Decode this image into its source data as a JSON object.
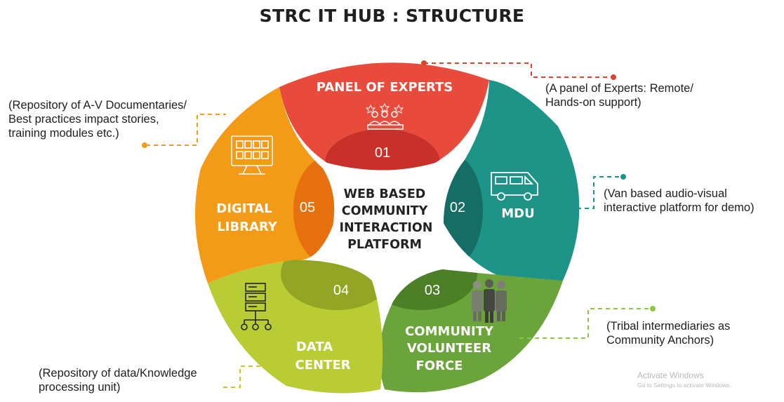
{
  "title": "STRC IT HUB : STRUCTURE",
  "center": {
    "lines": [
      "WEB BASED",
      "COMMUNITY",
      "INTERACTION",
      "PLATFORM"
    ]
  },
  "segments": [
    {
      "number": "01",
      "label_lines": [
        "PANEL OF EXPERTS"
      ],
      "color": "#e84b3c",
      "dark": "#c8302a",
      "icon": "experts-group-icon",
      "note_lines": [
        "(A panel of Experts: Remote/",
        "Hands-on support)"
      ],
      "leader_color": "#d9472f"
    },
    {
      "number": "02",
      "label_lines": [
        "MDU"
      ],
      "color": "#1e9488",
      "dark": "#156e65",
      "icon": "van-icon",
      "note_lines": [
        "(Van based audio-visual",
        "interactive platform for demo)"
      ],
      "leader_color": "#1e9488"
    },
    {
      "number": "03",
      "label_lines": [
        "COMMUNITY",
        "VOLUNTEER",
        "FORCE"
      ],
      "color": "#6ba43a",
      "dark": "#4d7f27",
      "icon": "volunteers-photo-icon",
      "note_lines": [
        "(Tribal intermediaries as",
        "Community Anchors)"
      ],
      "leader_color": "#8cc63f"
    },
    {
      "number": "04",
      "label_lines": [
        "DATA",
        "CENTER"
      ],
      "color": "#b9cc33",
      "dark": "#93a524",
      "icon": "server-network-icon",
      "note_lines": [
        "(Repository of data/Knowledge",
        "processing unit)"
      ],
      "leader_color": "#c3c82a"
    },
    {
      "number": "05",
      "label_lines": [
        "DIGITAL",
        "LIBRARY"
      ],
      "color": "#f39b16",
      "dark": "#e6700d",
      "icon": "computer-library-icon",
      "note_lines": [
        "(Repository of A-V Documentaries/",
        "Best practices impact stories,",
        "training modules etc.)"
      ],
      "leader_color": "#f39b16"
    }
  ],
  "watermark": {
    "line1": "Activate Windows",
    "line2": "Go to Settings to activate Windows."
  }
}
